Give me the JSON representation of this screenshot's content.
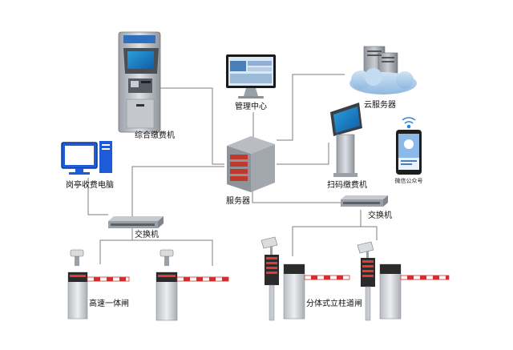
{
  "labels": {
    "kiosk": "综合缴费机",
    "mgmt": "管理中心",
    "cloud": "云服务器",
    "booth_pc": "岗亭收费电脑",
    "scan_kiosk": "扫码缴费机",
    "wechat": "微信公众号",
    "server": "服务器",
    "switch_right": "交换机",
    "switch_left": "交换机",
    "fast_gate": "高速一体闸",
    "split_gate": "分体式立柱道闸"
  },
  "colors": {
    "line": "#7d7d7d",
    "server_red": "#c0392b",
    "barrier_red": "#d32f2f",
    "cloud_blue": "#9cc3e6",
    "pc_blue": "#1e5bd8"
  }
}
